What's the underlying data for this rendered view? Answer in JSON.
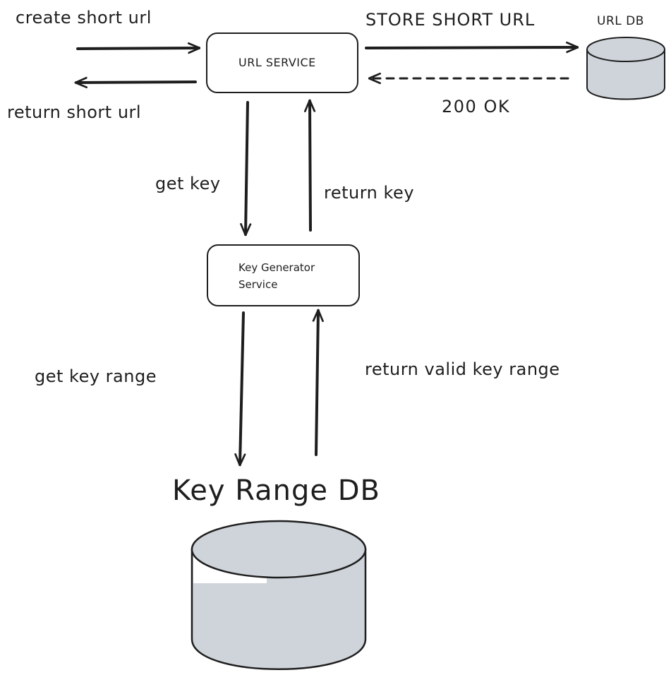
{
  "diagram": {
    "nodes": {
      "url_service": {
        "label": "URL SERVICE"
      },
      "key_generator": {
        "label_line1": "Key Generator",
        "label_line2": "Service"
      },
      "url_db": {
        "label": "URL DB"
      },
      "key_range_db": {
        "label": "Key Range DB"
      }
    },
    "edges": {
      "create_short_url": "create short url",
      "return_short_url": "return short url",
      "store_short_url": "STORE SHORT URL",
      "ok_200": "200 OK",
      "get_key": "get key",
      "return_key": "return key",
      "get_key_range": "get key range",
      "return_valid_key_range": "return valid key range"
    }
  },
  "colors": {
    "stroke": "#1e1e1e",
    "db_fill": "#ced4da",
    "background": "#ffffff"
  }
}
